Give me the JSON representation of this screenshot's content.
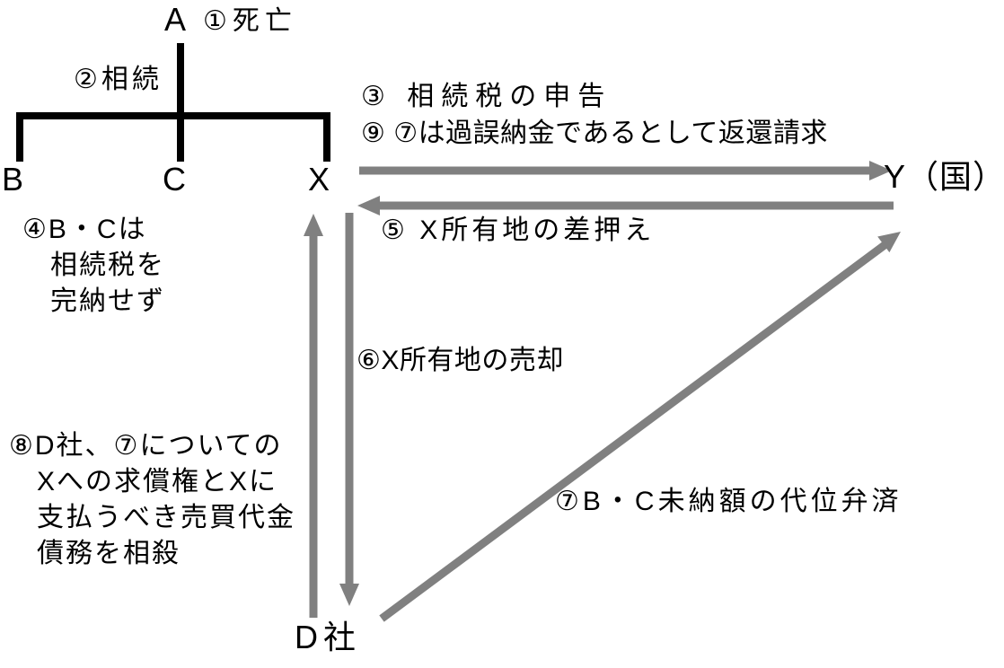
{
  "diagram": {
    "colors": {
      "background": "#ffffff",
      "text": "#000000",
      "tree_line": "#000000",
      "arrow": "#808080"
    },
    "nodes": {
      "a": "A",
      "b": "B",
      "c": "C",
      "x": "X",
      "y": "Y（国）",
      "d": "D社"
    },
    "steps": {
      "step1": "①死亡",
      "step2": "②相続",
      "step3": "③ 相続税の申告",
      "step4_lines": [
        "④B・Cは",
        "相続税を",
        "完納せず"
      ],
      "step5": "⑤ X所有地の差押え",
      "step6": "⑥X所有地の売却",
      "step7": "⑦B・C未納額の代位弁済",
      "step8_lines": [
        "⑧D社、⑦についての",
        "Xへの求償権とXに",
        "支払うべき売買代金",
        "債務を相殺"
      ],
      "step9": "⑨ ⑦は過誤納金であるとして返還請求"
    },
    "connections": [
      {
        "from": "A",
        "to": "B・C・X",
        "type": "inheritance-tree",
        "steps": "①②"
      },
      {
        "from": "X",
        "to": "Y（国）",
        "type": "arrow",
        "steps": "③⑨"
      },
      {
        "from": "Y（国）",
        "to": "X",
        "type": "arrow",
        "steps": "⑤"
      },
      {
        "from": "X",
        "to": "D社",
        "type": "arrow",
        "steps": "⑥"
      },
      {
        "from": "D社",
        "to": "X",
        "type": "arrow",
        "steps": "⑧"
      },
      {
        "from": "D社",
        "to": "Y（国）",
        "type": "arrow",
        "steps": "⑦"
      }
    ]
  }
}
